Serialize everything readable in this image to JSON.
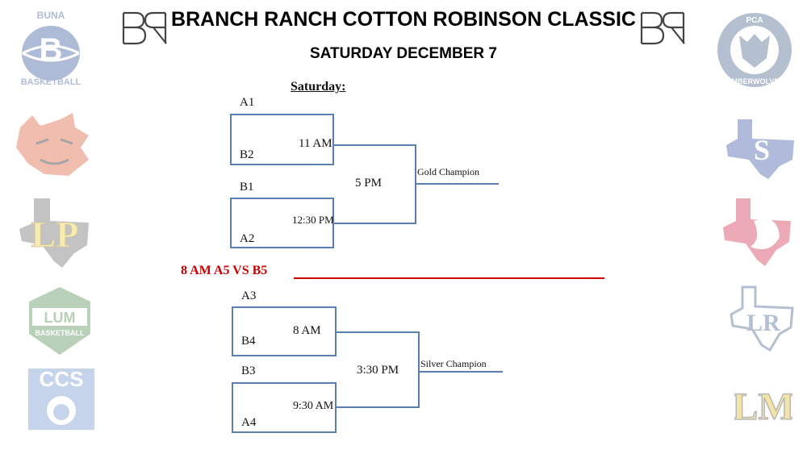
{
  "header": {
    "title": "BRANCH RANCH COTTON ROBINSON CLASSIC",
    "subtitle": "SATURDAY DECEMBER 7"
  },
  "bracket": {
    "day_label": "Saturday:",
    "gold": {
      "game1": {
        "top": "A1",
        "bottom": "B2",
        "time": "11 AM"
      },
      "game2": {
        "top": "B1",
        "bottom": "A2",
        "time": "12:30 PM"
      },
      "final_time": "5 PM",
      "champion_label": "Gold Champion"
    },
    "consolation": {
      "text": "8 AM A5 VS B5",
      "color": "#cc0000"
    },
    "silver": {
      "game1": {
        "top": "A3",
        "bottom": "B4",
        "time": "8 AM"
      },
      "game2": {
        "top": "B3",
        "bottom": "A4",
        "time": "9:30 AM"
      },
      "final_time": "3:30 PM",
      "champion_label": "Silver Champion"
    }
  },
  "logos": {
    "left": [
      {
        "name": "buna-basketball-logo",
        "top_text": "BUNA",
        "letter": "B",
        "bottom_text": "BASKETBALL"
      },
      {
        "name": "wildcat-logo"
      },
      {
        "name": "lp-texas-logo",
        "letters": "LP"
      },
      {
        "name": "lum-basketball-logo",
        "letters": "LUM",
        "bottom_text": "BASKETBALL"
      },
      {
        "name": "ccs-lion-logo",
        "letters": "CCS"
      }
    ],
    "right": [
      {
        "name": "pca-timberwolves-logo",
        "top_text": "PCA",
        "bottom_text": "TIMBERWOLVES"
      },
      {
        "name": "s-texas-logo",
        "letter": "S"
      },
      {
        "name": "spartan-texas-logo"
      },
      {
        "name": "lr-texas-logo",
        "letters": "LR"
      },
      {
        "name": "lm-logo",
        "letters": "LM"
      }
    ]
  },
  "colors": {
    "bracket_line": "#5b7fb3",
    "consolation": "#cc0000"
  }
}
